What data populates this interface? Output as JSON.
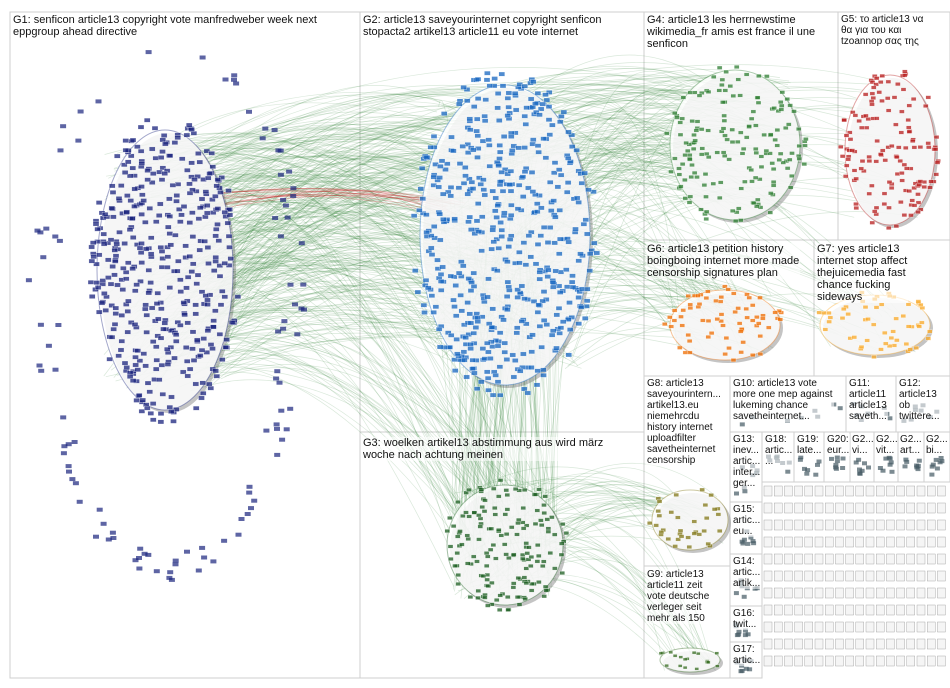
{
  "groups": [
    {
      "id": "G1",
      "label": "G1: senficon article13 copyright vote manfredweber week next\neppgroup ahead directive"
    },
    {
      "id": "G2",
      "label": "G2: article13 saveyourinternet copyright senficon\nstopacta2 artikel13 article11 eu vote internet"
    },
    {
      "id": "G3",
      "label": "G3: woelken artikel13 abstimmung aus wird märz\nwoche nach achtung meinen"
    },
    {
      "id": "G4",
      "label": "G4: article13 les herrnewstime\nwikimedia_fr amis est france il une\nsenficon"
    },
    {
      "id": "G5",
      "label": "G5: το article13 να\nθα για του και\ntzoannop σας της"
    },
    {
      "id": "G6",
      "label": "G6: article13 petition history\nboingboing internet more made\ncensorship signatures plan"
    },
    {
      "id": "G7",
      "label": "G7: yes article13\ninternet stop affect\nthejuicemedia fast\nchance fucking\nsideways"
    },
    {
      "id": "G8",
      "label": "G8: article13\nsaveyourintern...\nartikel13.eu\nniemehrcdu\nhistory internet\nuploadfilter\nsavetheinternet\ncensorship"
    },
    {
      "id": "G9",
      "label": "G9: article13\narticle11 zeit\nvote deutsche\nverleger seit\nmehr als 150"
    },
    {
      "id": "G10",
      "label": "G10: article13 vote\nmore one mep against\nlukeming chance\nsavetheinternet..."
    },
    {
      "id": "G11",
      "label": "G11:\narticle11\narticle13\nsaveth..."
    },
    {
      "id": "G12",
      "label": "G12:\narticle13\nob\ntwittere..."
    },
    {
      "id": "G13",
      "label": "G13:\ninev...\nartic...\ninter...\nger..."
    },
    {
      "id": "G14",
      "label": "G14:\nartic...\nartik..."
    },
    {
      "id": "G15",
      "label": "G15:\nartic...\neu..."
    },
    {
      "id": "G16",
      "label": "G16:\ntwit..."
    },
    {
      "id": "G17",
      "label": "G17:\nartic..."
    },
    {
      "id": "G18",
      "label": "G18:\nartic...\n..."
    },
    {
      "id": "G19",
      "label": "G19:\nlate..."
    },
    {
      "id": "G20",
      "label": "G20:\neur..."
    },
    {
      "id": "G21",
      "label": "G2...\nvi..."
    },
    {
      "id": "G22",
      "label": "G2...\nvit..."
    },
    {
      "id": "G23",
      "label": "G2...\nart..."
    },
    {
      "id": "G24",
      "label": "G2...\nbi..."
    }
  ],
  "colors": {
    "G1": "#1a237e",
    "G2": "#1565c0",
    "G3": "#2e7d32",
    "G4": "#2e7d32",
    "G5": "#b71c1c",
    "G6": "#e65100",
    "G7": "#f9a825",
    "G8": "#9e9d24",
    "edges": "#2e7d32",
    "border": "#cfcfcf"
  }
}
